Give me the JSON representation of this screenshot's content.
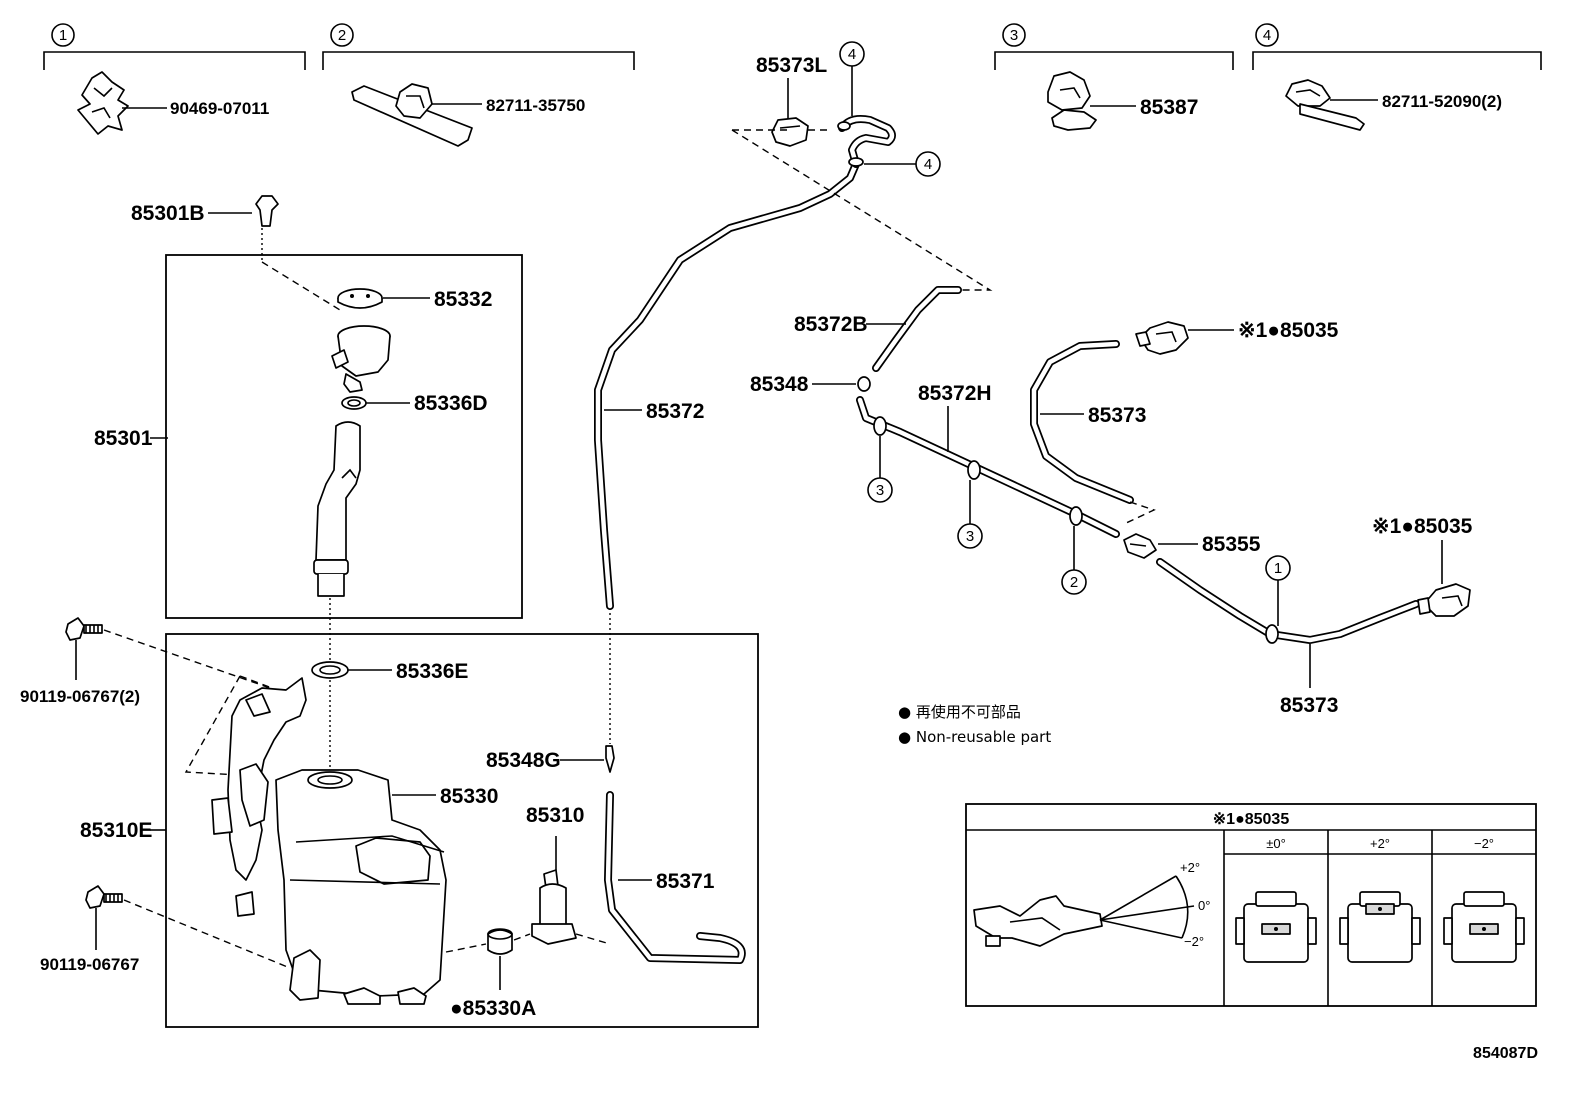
{
  "callouts": {
    "c1": "1",
    "c2": "2",
    "c3": "3",
    "c4": "4"
  },
  "labels": {
    "p90469": "90469-07011",
    "p82711a": "82711-35750",
    "p85373L": "85373L",
    "p85387": "85387",
    "p82711b": "82711-52090(2)",
    "p85301B": "85301B",
    "p85332": "85332",
    "p85336D": "85336D",
    "p85301": "85301",
    "p85372": "85372",
    "p85372B": "85372B",
    "p85348": "85348",
    "p85372H": "85372H",
    "p85373a": "85373",
    "p85035a": "※1●85035",
    "p85355": "85355",
    "p85035b": "※1●85035",
    "p85373b": "85373",
    "p90119a": "90119-06767(2)",
    "p85336E": "85336E",
    "p85348G": "85348G",
    "p85330": "85330",
    "p85310E": "85310E",
    "p85310": "85310",
    "p85371": "85371",
    "p90119b": "90119-06767",
    "p85330A": "●85330A"
  },
  "legend": {
    "jp": "● 再使用不可部品",
    "en": "● Non-reusable part"
  },
  "inset": {
    "title": "※1●85035",
    "col0": "±0°",
    "col1": "+2°",
    "col2": "−2°",
    "angle_up": "+2°",
    "angle_zero": "0°",
    "angle_down": "−2°"
  },
  "figure_id": "854087D"
}
